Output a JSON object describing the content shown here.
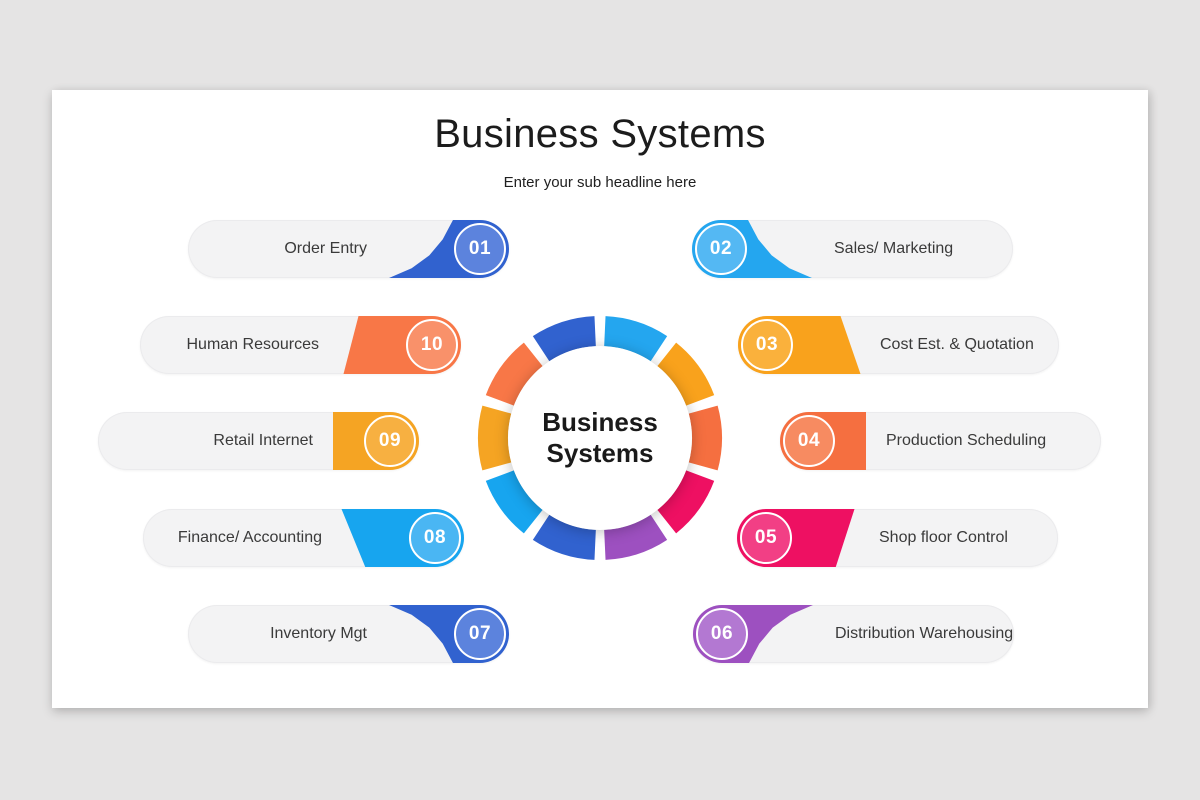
{
  "page": {
    "background_color": "#e5e4e4"
  },
  "slide": {
    "title": "Business Systems",
    "subtitle": "Enter your sub headline here"
  },
  "center": {
    "title_line1": "Business",
    "title_line2": "Systems",
    "segments": [
      "#24a6ef",
      "#f9a21c",
      "#f56f40",
      "#ee1062",
      "#9d50c0",
      "#3162cf",
      "#17a5ef",
      "#f5a423",
      "#f87747",
      "#3162cf"
    ]
  },
  "items": [
    {
      "number": "01",
      "label": "Order Entry",
      "color": "#3162cf",
      "color_light": "#5c83dd"
    },
    {
      "number": "02",
      "label": "Sales/ Marketing",
      "color": "#24a6ef",
      "color_light": "#54b8f3"
    },
    {
      "number": "03",
      "label": "Cost Est. & Quotation",
      "color": "#f9a21c",
      "color_light": "#fab13c"
    },
    {
      "number": "04",
      "label": "Production Scheduling",
      "color": "#f56f40",
      "color_light": "#f78b61"
    },
    {
      "number": "05",
      "label": "Shop floor Control",
      "color": "#ee1062",
      "color_light": "#f23f85"
    },
    {
      "number": "06",
      "label": "Distribution Warehousing",
      "color": "#9d50c0",
      "color_light": "#b378d2"
    },
    {
      "number": "07",
      "label": "Inventory Mgt",
      "color": "#3162cf",
      "color_light": "#5c83dd"
    },
    {
      "number": "08",
      "label": "Finance/ Accounting",
      "color": "#17a5ef",
      "color_light": "#4ab6f3"
    },
    {
      "number": "09",
      "label": "Retail Internet",
      "color": "#f5a423",
      "color_light": "#f7b041"
    },
    {
      "number": "10",
      "label": "Human Resources",
      "color": "#f87747",
      "color_light": "#f9916a"
    }
  ]
}
